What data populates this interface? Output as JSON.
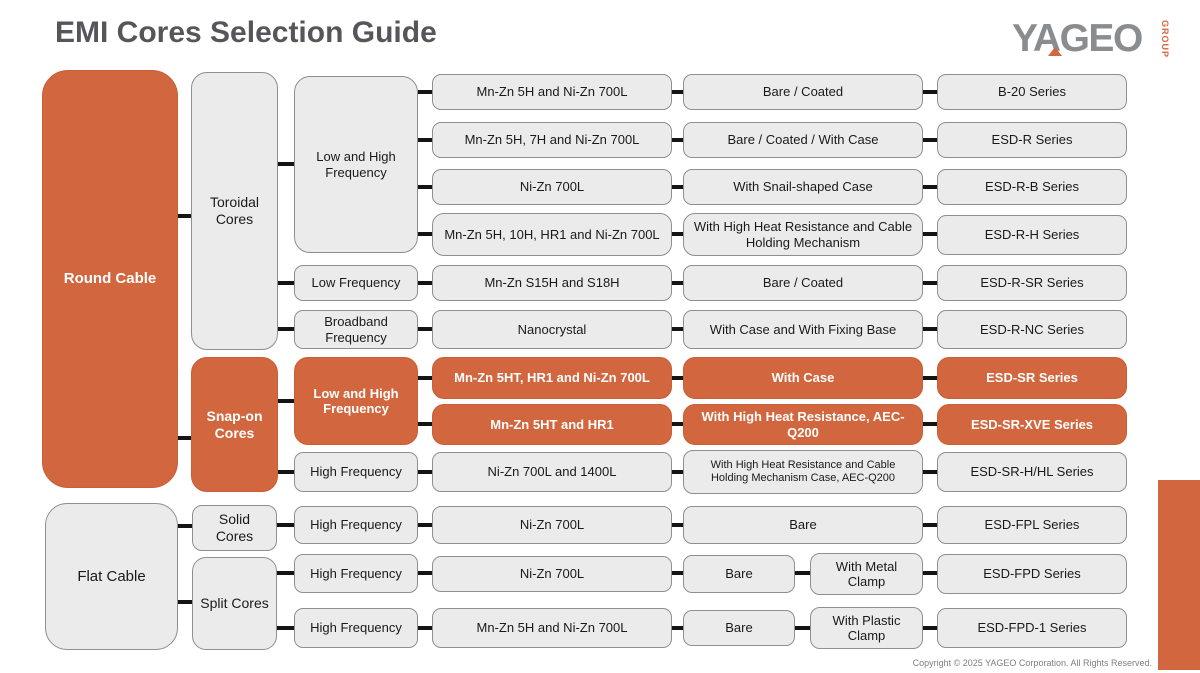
{
  "title": "EMI Cores Selection Guide",
  "logo": {
    "brand": "YAGEO",
    "group": "GROUP"
  },
  "colors": {
    "accent_orange": "#D2663E",
    "box_gray": "#EBEBEB",
    "box_border": "#8F8F8F",
    "connector_black": "#141414",
    "title_gray": "#54565A",
    "logo_gray": "#8A8D90"
  },
  "cables": {
    "round": "Round Cable",
    "flat": "Flat Cable"
  },
  "cores": {
    "toroidal": "Toroidal Cores",
    "snap_on": "Snap-on Cores",
    "solid": "Solid Cores",
    "split": "Split Cores"
  },
  "frequencies": [
    "Low and High Frequency",
    "Low Frequency",
    "Broadband Frequency",
    "Low and High Frequency",
    "High Frequency",
    "High Frequency",
    "High Frequency",
    "High Frequency"
  ],
  "rows": [
    {
      "material": "Mn-Zn 5H and Ni-Zn 700L",
      "case": "Bare / Coated",
      "series": "B-20 Series"
    },
    {
      "material": "Mn-Zn 5H, 7H and Ni-Zn 700L",
      "case": "Bare / Coated / With Case",
      "series": "ESD-R Series"
    },
    {
      "material": "Ni-Zn 700L",
      "case": "With Snail-shaped Case",
      "series": "ESD-R-B Series"
    },
    {
      "material": "Mn-Zn 5H, 10H, HR1 and Ni-Zn 700L",
      "case": "With High Heat Resistance and Cable Holding Mechanism",
      "series": "ESD-R-H Series"
    },
    {
      "material": "Mn-Zn S15H and S18H",
      "case": "Bare / Coated",
      "series": "ESD-R-SR Series"
    },
    {
      "material": "Nanocrystal",
      "case": "With Case and With Fixing Base",
      "series": "ESD-R-NC Series"
    },
    {
      "material": "Mn-Zn 5HT, HR1 and Ni-Zn 700L",
      "case": "With Case",
      "series": "ESD-SR Series"
    },
    {
      "material": "Mn-Zn 5HT and HR1",
      "case": "With High Heat Resistance, AEC-Q200",
      "series": "ESD-SR-XVE Series"
    },
    {
      "material": "Ni-Zn 700L and 1400L",
      "case": "With High Heat Resistance and Cable Holding Mechanism Case, AEC-Q200",
      "series": "ESD-SR-H/HL Series"
    },
    {
      "material": "Ni-Zn 700L",
      "case": "Bare",
      "series": "ESD-FPL Series"
    },
    {
      "material": "Ni-Zn 700L",
      "case": "Bare",
      "case2": "With Metal Clamp",
      "series": "ESD-FPD Series"
    },
    {
      "material": "Mn-Zn 5H and Ni-Zn 700L",
      "case": "Bare",
      "case2": "With Plastic Clamp",
      "series": "ESD-FPD-1 Series"
    }
  ],
  "copyright": "Copyright © 2025 YAGEO Corporation. All Rights Reserved."
}
